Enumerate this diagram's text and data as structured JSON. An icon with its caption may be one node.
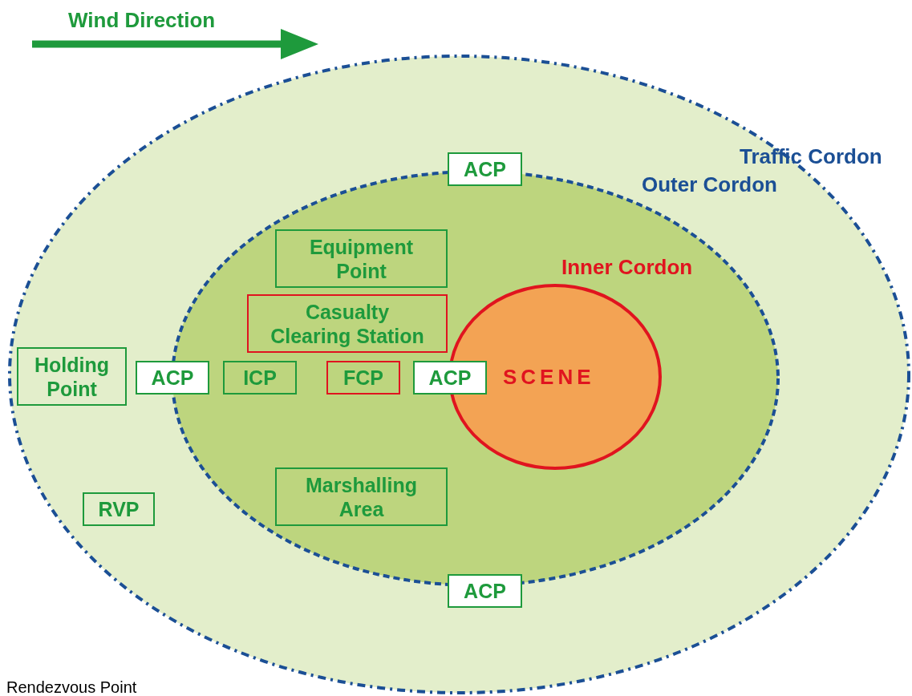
{
  "diagram": {
    "nodes": [
      {
        "text": [
          "Traffic Cordon"
        ]
      },
      {
        "text": [
          "Outer Cordon"
        ],
        "in": 0
      },
      {
        "text": [
          "Inner Cordon",
          "SCENE"
        ],
        "in": 1
      },
      {
        "text": [
          "ACP"
        ],
        "in": 0
      },
      {
        "text": [
          "Equipment Point"
        ],
        "in": 1
      },
      {
        "text": [
          "Casualty Clearing Station"
        ],
        "in": 1
      },
      {
        "text": [
          "Holding Point"
        ],
        "in": 0
      },
      {
        "text": [
          "ACP"
        ],
        "in": 0
      },
      {
        "text": [
          "ICP"
        ],
        "in": 1
      },
      {
        "text": [
          "FCP"
        ],
        "in": 1
      },
      {
        "text": [
          "ACP"
        ],
        "in": 1
      },
      {
        "text": [
          "Marshalling Area"
        ],
        "in": 1
      },
      {
        "text": [
          "RVP"
        ],
        "in": 0
      },
      {
        "text": [
          "ACP"
        ],
        "in": 0
      }
    ],
    "labels": [
      "Wind Direction",
      "Rendezvous Point"
    ]
  }
}
